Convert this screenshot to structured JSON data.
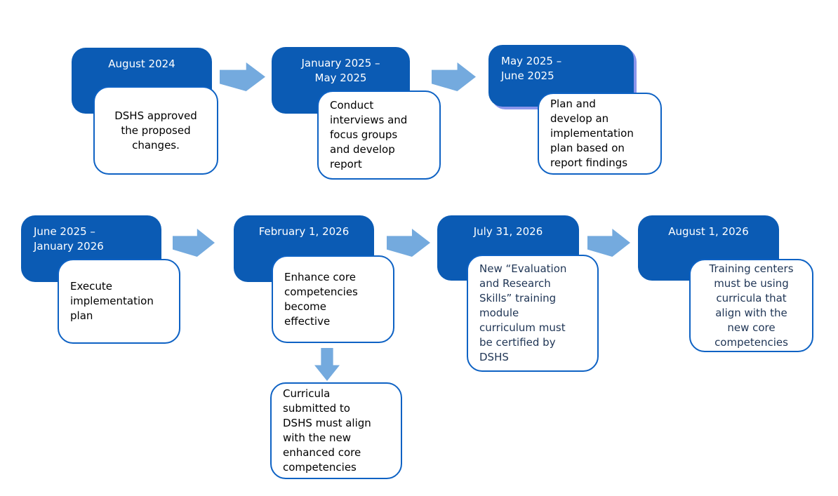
{
  "colors": {
    "date_box_fill": "#0b5bb4",
    "desc_box_border": "#0e62c4",
    "arrow_blue": "#74aade",
    "date_text": "#ffffff",
    "desc_text_black": "#000000",
    "desc_text_navy": "#1f3555",
    "shadow_lavender": "#8c96ec",
    "background": "#ffffff"
  },
  "steps": [
    {
      "date": "August 2024",
      "desc": "DSHS approved\nthe proposed\nchanges."
    },
    {
      "date": "January 2025 –\nMay 2025",
      "desc": "Conduct\ninterviews and\nfocus groups\nand develop\nreport"
    },
    {
      "date": "May 2025 –\nJune 2025",
      "desc": "Plan and\ndevelop an\nimplementation\nplan based on\nreport findings"
    },
    {
      "date": "June 2025 –\nJanuary 2026",
      "desc": "Execute\nimplementation\nplan"
    },
    {
      "date": "February 1, 2026",
      "desc": "Enhance core\ncompetencies\nbecome\neffective"
    },
    {
      "date": "July 31, 2026",
      "desc": "New “Evaluation\nand Research\nSkills” training\nmodule\ncurriculum must\nbe certified by\nDSHS"
    },
    {
      "date": "August 1, 2026",
      "desc": "Training centers\nmust be using\ncurricula that\nalign with the\nnew core\ncompetencies"
    }
  ],
  "followup": {
    "desc": "Curricula\nsubmitted to\nDSHS must align\nwith the new\nenhanced core\ncompetencies"
  },
  "icons": {
    "right_arrow": "block-arrow-right",
    "down_arrow": "block-arrow-down"
  }
}
